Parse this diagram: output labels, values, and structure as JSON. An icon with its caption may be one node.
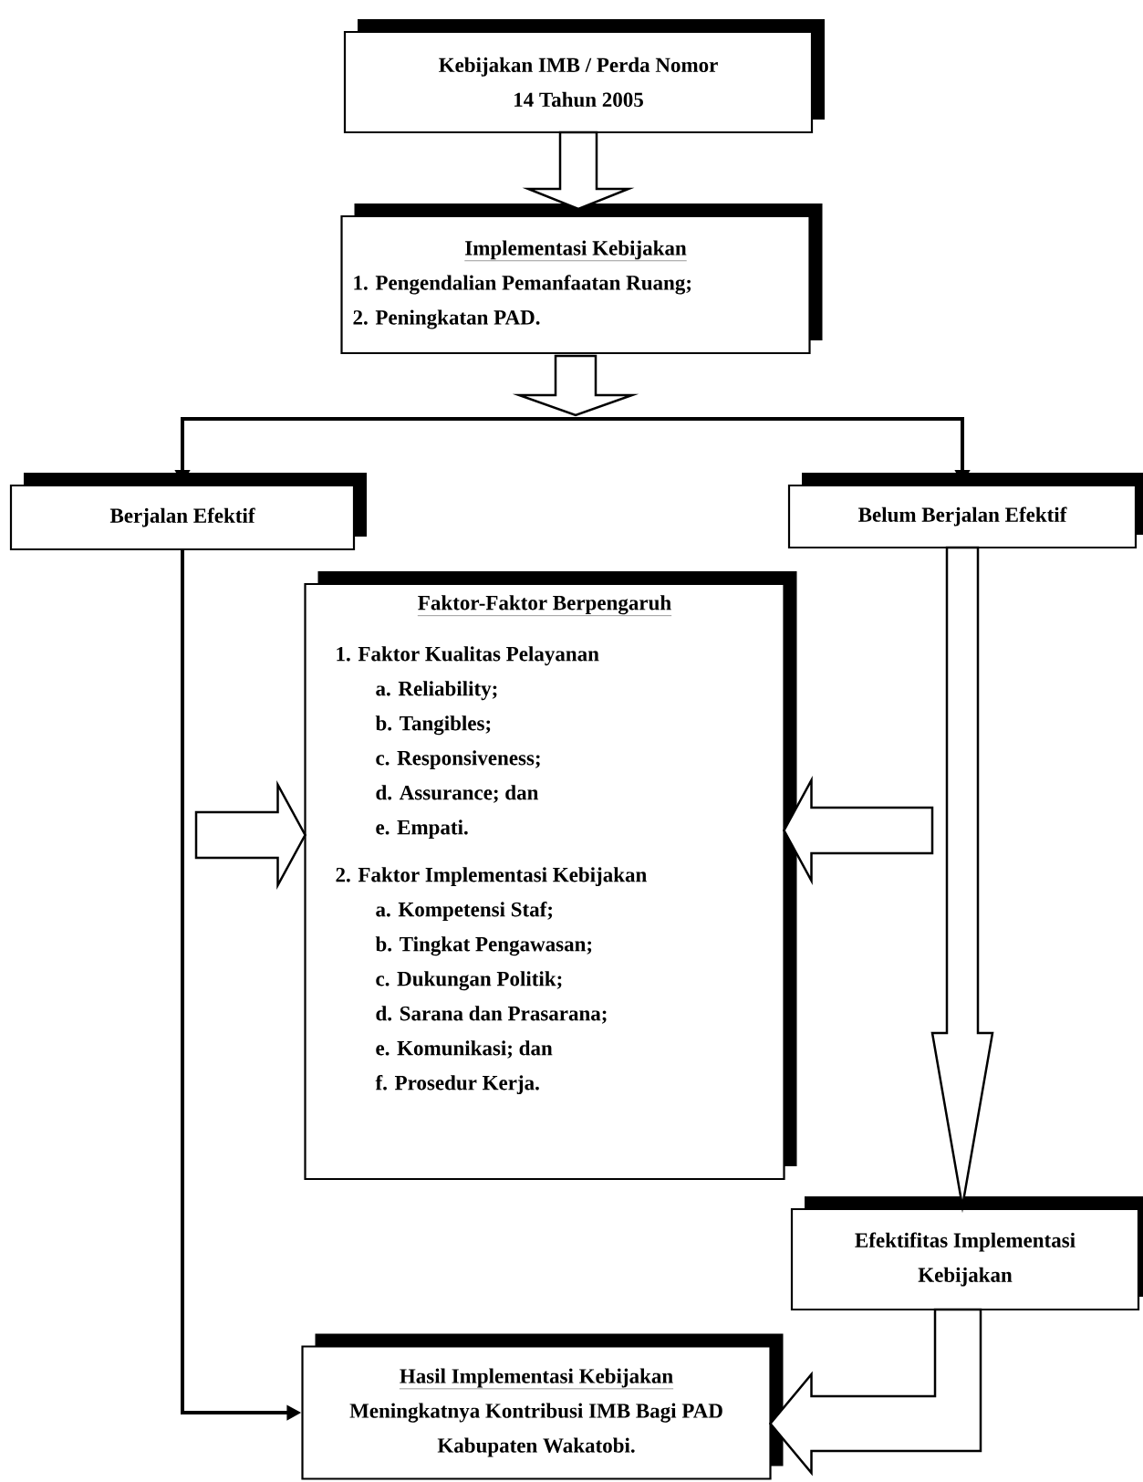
{
  "diagram": {
    "nodes": [
      {
        "text": [
          "Kebijakan IMB / Perda Nomor 14 Tahun 2005"
        ]
      },
      {
        "text": [
          "Implementasi Kebijakan",
          "1. Pengendalian Pemanfaatan Ruang;",
          "2. Peningkatan PAD."
        ]
      },
      {
        "text": [
          "Berjalan Efektif"
        ]
      },
      {
        "text": [
          "Belum Berjalan Efektif"
        ]
      },
      {
        "text": [
          "Faktor-Faktor Berpengaruh",
          "1. Faktor Kualitas Pelayanan",
          "a. Reliability;",
          "b. Tangibles;",
          "c. Responsiveness;",
          "d. Assurance; dan",
          "e. Empati.",
          "2. Faktor Implementasi Kebijakan",
          "a. Kompetensi Staf;",
          "b. Tingkat Pengawasan;",
          "c. Dukungan Politik;",
          "d. Sarana dan Prasarana;",
          "e. Komunikasi; dan",
          "f. Prosedur Kerja."
        ]
      },
      {
        "text": [
          "Efektifitas Implementasi Kebijakan"
        ]
      },
      {
        "text": [
          "Hasil Implementasi Kebijakan",
          "Meningkatnya Kontribusi IMB Bagi PAD Kabupaten Wakatobi."
        ]
      }
    ],
    "edges": [
      {
        "from": 0,
        "to": 1,
        "arrow": "to",
        "style": "thick"
      },
      {
        "from": 1,
        "to": 2,
        "arrow": "to"
      },
      {
        "from": 1,
        "to": 3,
        "arrow": "to"
      },
      {
        "from": 2,
        "to": 6,
        "arrow": "to"
      },
      {
        "from": null,
        "to": 4,
        "arrow": "to",
        "style": "thick"
      },
      {
        "from": null,
        "to": 4,
        "arrow": "to",
        "style": "thick"
      },
      {
        "from": 3,
        "to": 5,
        "arrow": "to",
        "style": "thick"
      },
      {
        "from": 5,
        "to": 6,
        "arrow": "to",
        "style": "thick"
      }
    ]
  }
}
